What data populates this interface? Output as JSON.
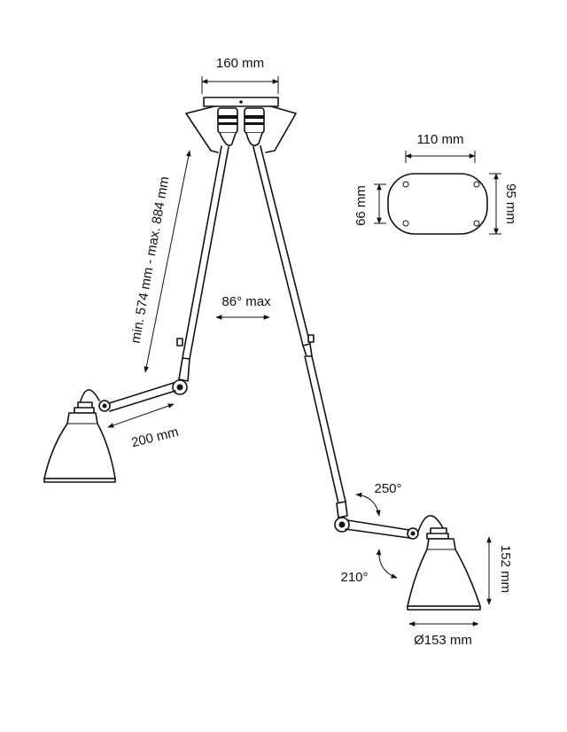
{
  "dimensions": {
    "canopy_width": "160 mm",
    "reach_range": "min. 574 mm - max. 884 mm",
    "max_angle": "86° max",
    "arm_length": "200 mm",
    "plate_width": "110 mm",
    "plate_height_inner": "66 mm",
    "plate_height_outer": "95 mm",
    "rotation_upper": "250°",
    "rotation_lower": "210°",
    "shade_height": "152 mm",
    "shade_diameter": "Ø153 mm"
  },
  "colors": {
    "line": "#111111",
    "background": "#ffffff"
  }
}
